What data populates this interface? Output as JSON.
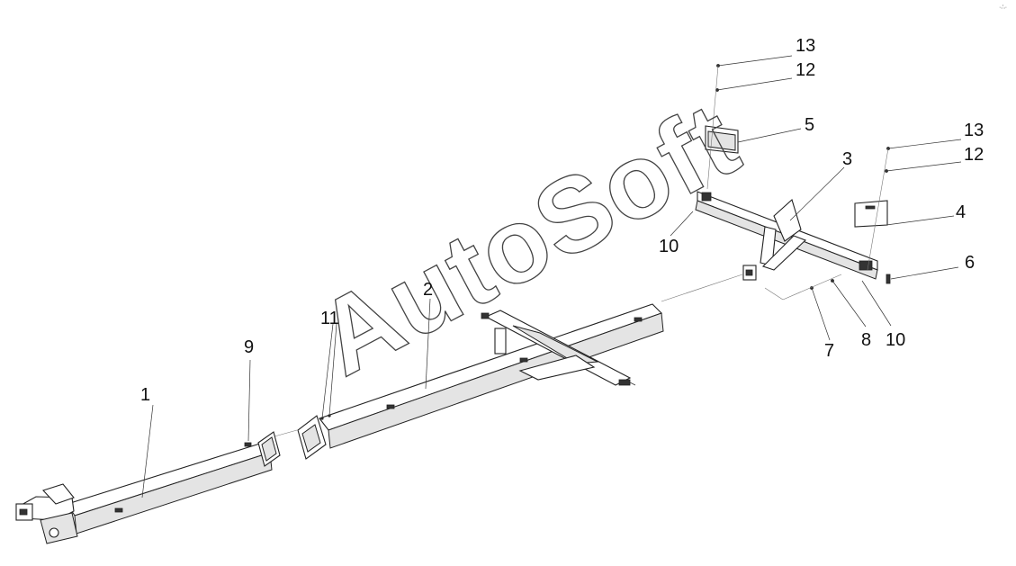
{
  "watermark": "AutoSoft",
  "corner_mark": "·∴·",
  "callouts": [
    {
      "id": "c1",
      "text": "1"
    },
    {
      "id": "c2",
      "text": "2"
    },
    {
      "id": "c3",
      "text": "3"
    },
    {
      "id": "c4",
      "text": "4"
    },
    {
      "id": "c5",
      "text": "5"
    },
    {
      "id": "c6",
      "text": "6"
    },
    {
      "id": "c7",
      "text": "7"
    },
    {
      "id": "c8",
      "text": "8"
    },
    {
      "id": "c9",
      "text": "9"
    },
    {
      "id": "c10a",
      "text": "10"
    },
    {
      "id": "c10b",
      "text": "10"
    },
    {
      "id": "c11",
      "text": "11"
    },
    {
      "id": "c12a",
      "text": "12"
    },
    {
      "id": "c12b",
      "text": "12"
    },
    {
      "id": "c13a",
      "text": "13"
    },
    {
      "id": "c13b",
      "text": "13"
    }
  ]
}
